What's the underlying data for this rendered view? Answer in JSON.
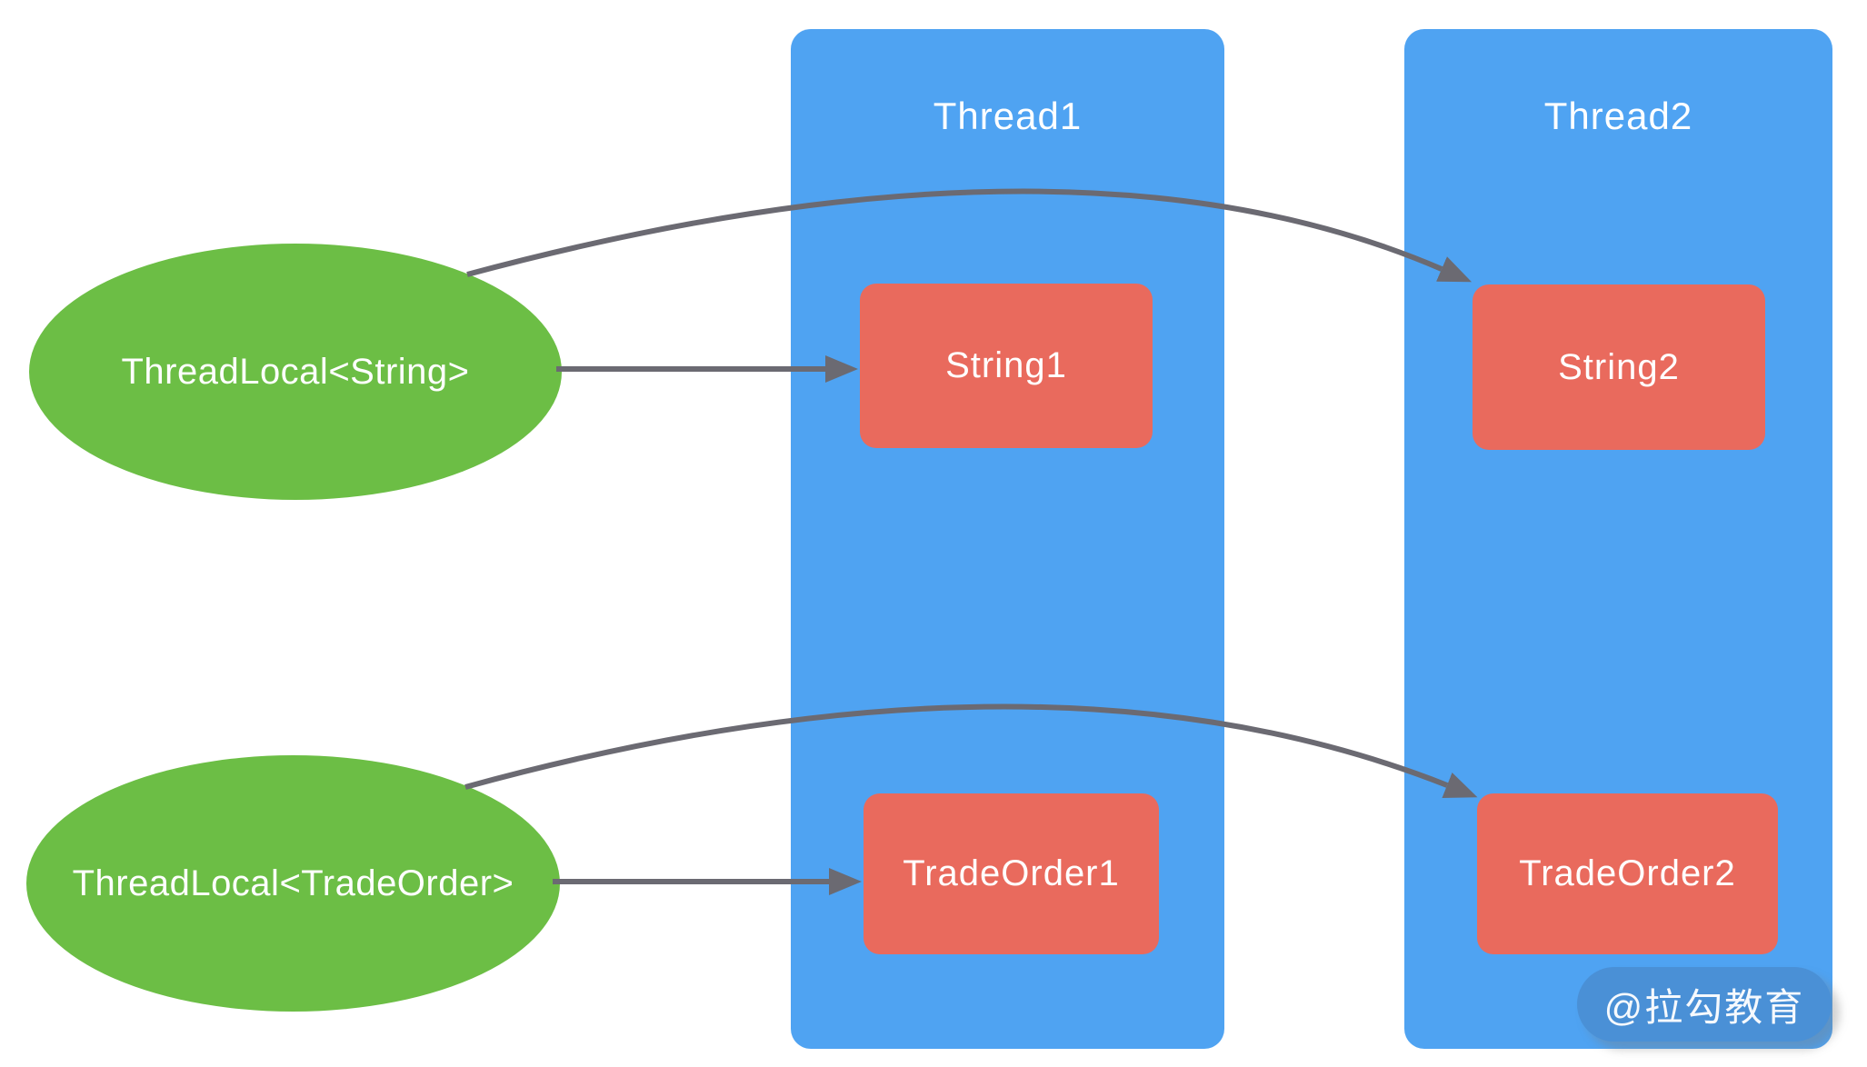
{
  "diagram": {
    "type": "threadlocal-per-thread-copies",
    "threadlocals": [
      {
        "id": "threadlocal-string",
        "label": "ThreadLocal<String>",
        "shape": "ellipse"
      },
      {
        "id": "threadlocal-tradeorder",
        "label": "ThreadLocal<TradeOrder>",
        "shape": "ellipse"
      }
    ],
    "threads": [
      {
        "name": "Thread1",
        "boxes": [
          {
            "label": "String1"
          },
          {
            "label": "TradeOrder1"
          }
        ]
      },
      {
        "name": "Thread2",
        "boxes": [
          {
            "label": "String2"
          },
          {
            "label": "TradeOrder2"
          }
        ]
      }
    ],
    "edges": [
      {
        "from": "ThreadLocal<String>",
        "to": "String1",
        "style": "straight"
      },
      {
        "from": "ThreadLocal<String>",
        "to": "String2",
        "style": "curved"
      },
      {
        "from": "ThreadLocal<TradeOrder>",
        "to": "TradeOrder1",
        "style": "straight"
      },
      {
        "from": "ThreadLocal<TradeOrder>",
        "to": "TradeOrder2",
        "style": "curved"
      }
    ],
    "watermark": "@拉勾教育",
    "colors": {
      "thread_column_fill": "#4fa3f2",
      "value_box_fill": "#e96a5d",
      "threadlocal_fill": "#6cbe45",
      "arrow": "#6b6a72",
      "text": "#ffffff",
      "watermark_fill": "#4a90d6",
      "background": "#ffffff"
    }
  }
}
